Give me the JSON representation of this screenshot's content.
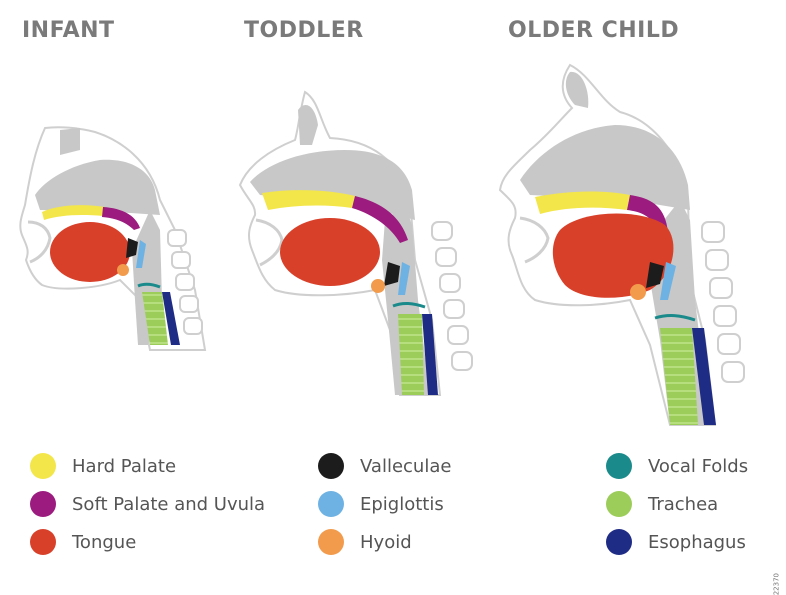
{
  "titles": {
    "infant": "INFANT",
    "toddler": "TODDLER",
    "older": "OLDER CHILD"
  },
  "legend": [
    {
      "label": "Hard Palate",
      "color": "#f3e64a"
    },
    {
      "label": "Soft Palate and Uvula",
      "color": "#9b1b7e"
    },
    {
      "label": "Tongue",
      "color": "#d8402a"
    },
    {
      "label": "Valleculae",
      "color": "#1c1c1c"
    },
    {
      "label": "Epiglottis",
      "color": "#6eb2e3"
    },
    {
      "label": "Hyoid",
      "color": "#f29b4c"
    },
    {
      "label": "Vocal Folds",
      "color": "#1b8a8b"
    },
    {
      "label": "Trachea",
      "color": "#9ccd5a"
    },
    {
      "label": "Esophagus",
      "color": "#1f2c86"
    }
  ],
  "figure_code": "22370"
}
